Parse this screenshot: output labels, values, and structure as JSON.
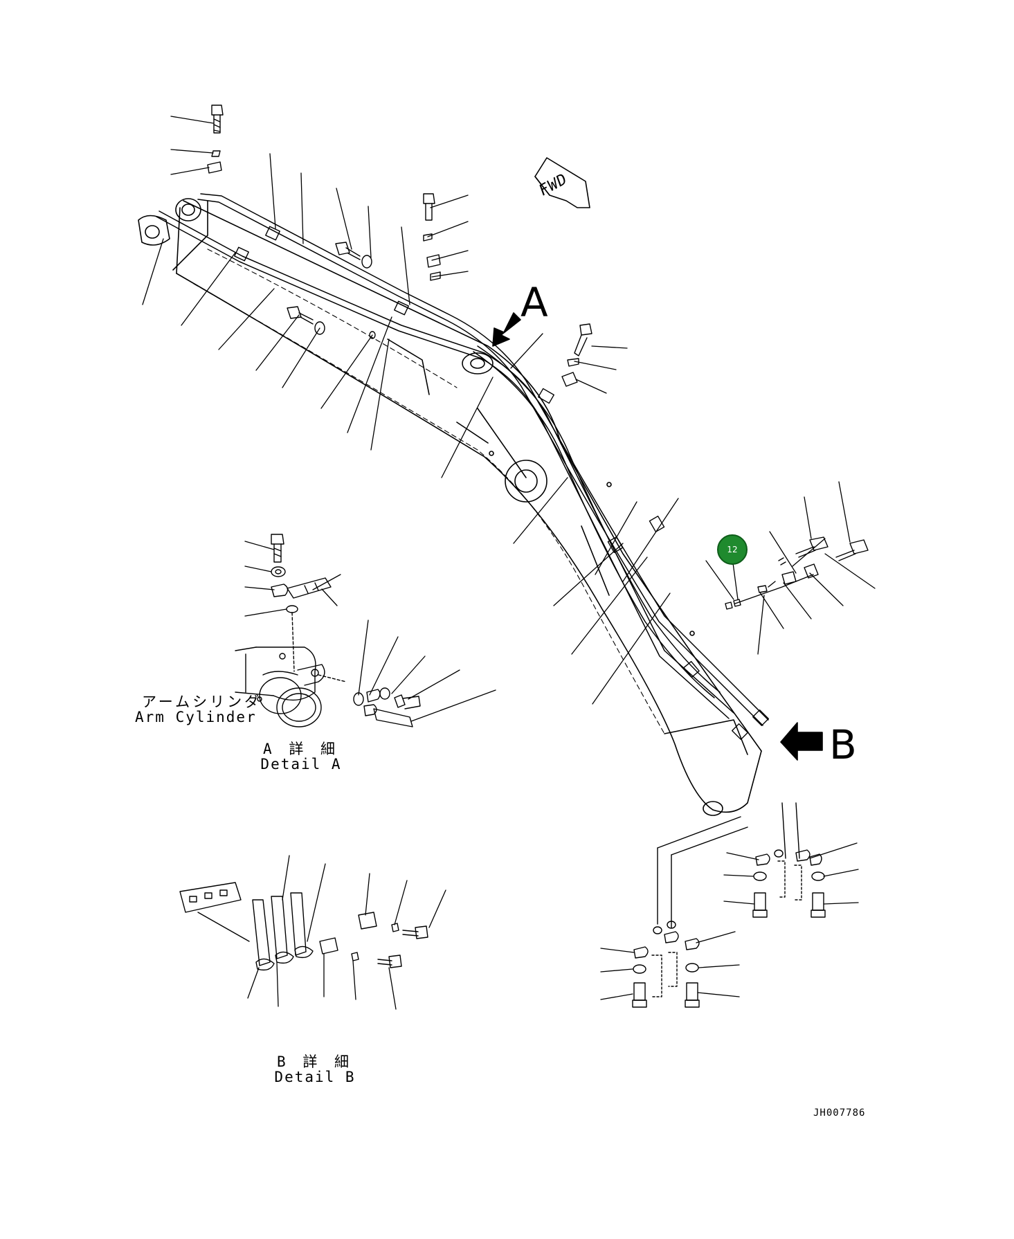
{
  "labels": {
    "fwd": "FWD",
    "detail_a_marker": "A",
    "detail_b_marker": "B",
    "arm_cylinder_jp": "アームシリンダ",
    "arm_cylinder_en": "Arm Cylinder",
    "detail_a_jp": "A 詳 細",
    "detail_a_en": "Detail A",
    "detail_b_jp": "B 詳 細",
    "detail_b_en": "Detail B",
    "drawing_code": "JH007786"
  },
  "callouts": [
    {
      "number": "12",
      "color": "#1f8a2e"
    }
  ]
}
